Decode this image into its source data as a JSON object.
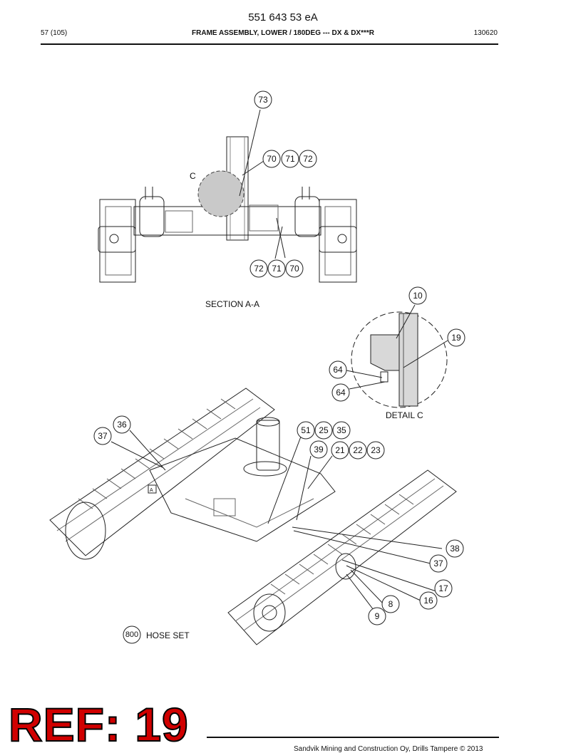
{
  "header": {
    "doc_number": "551 643 53 eA",
    "page": "57 (105)",
    "title": "FRAME ASSEMBLY, LOWER / 180DEG --- DX & DX***R",
    "date_code": "130620"
  },
  "views": {
    "section_label": "SECTION A-A",
    "section_marker": "C",
    "detail_label": "DETAIL C",
    "hose_set_callout": "800",
    "hose_set_label": "HOSE SET",
    "view_marker": "A"
  },
  "callouts": {
    "section_top": [
      "73",
      "70",
      "71",
      "72"
    ],
    "section_bottom": [
      "72",
      "71",
      "70"
    ],
    "detail": [
      "10",
      "19",
      "64",
      "64"
    ],
    "iso": [
      "36",
      "37",
      "51",
      "25",
      "35",
      "39",
      "21",
      "22",
      "23",
      "38",
      "37",
      "17",
      "16",
      "8",
      "9"
    ]
  },
  "stamp": {
    "text": "REF: 19",
    "color": "#d00000"
  },
  "footer": {
    "copyright": "Sandvik Mining and Construction Oy, Drills Tampere © 2013"
  }
}
